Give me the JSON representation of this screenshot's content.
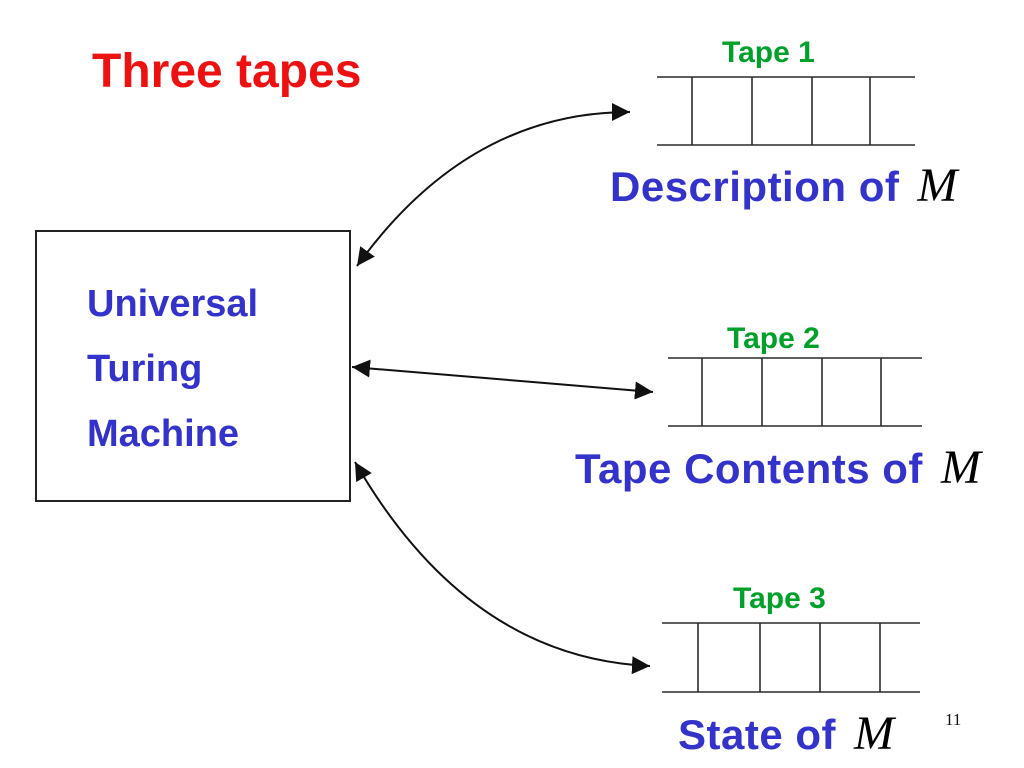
{
  "slide": {
    "title": "Three tapes",
    "page_number": "11",
    "utm_box": {
      "lines": [
        "Universal",
        "Turing",
        "Machine"
      ]
    },
    "tapes": [
      {
        "label": "Tape 1",
        "caption": "Description of",
        "symbol": "M"
      },
      {
        "label": "Tape 2",
        "caption": "Tape Contents of",
        "symbol": "M"
      },
      {
        "label": "Tape 3",
        "caption": "State of",
        "symbol": "M"
      }
    ],
    "colors": {
      "title_red": "#ee1111",
      "text_blue": "#3333cc",
      "tape_label_green": "#00a129",
      "symbol_black": "#000000",
      "line_black": "#2a2a2a",
      "background": "#ffffff"
    }
  }
}
